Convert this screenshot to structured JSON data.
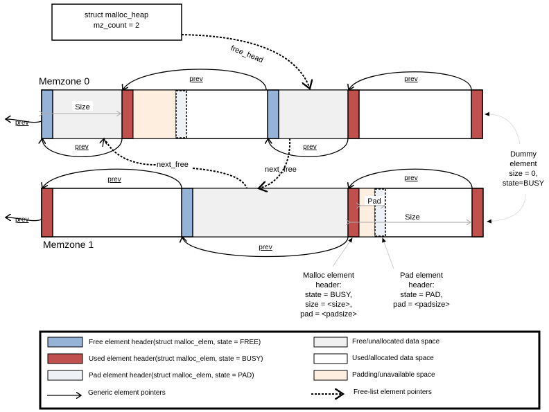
{
  "colors": {
    "free_header": "#95b3d7",
    "used_header": "#c0504d",
    "pad_header": "#eef2f7",
    "free_data": "#f0f0f0",
    "used_data": "#ffffff",
    "padding": "#fdeee0",
    "outline": "#000000"
  },
  "heap_box": {
    "line1": "struct malloc_heap",
    "line2": "mz_count = 2"
  },
  "pointers": {
    "free_head": "free_head",
    "next_free_1": "next_free",
    "next_free_2": "next_free",
    "prev": "prev"
  },
  "memzones": [
    {
      "label": "Memzone  0",
      "size_label": "Size"
    },
    {
      "label": "Memzone  1",
      "size_label": "Size",
      "pad_label": "Pad"
    }
  ],
  "annotations": {
    "dummy": [
      "Dummy",
      "element",
      "size = 0,",
      "state=BUSY"
    ],
    "malloc_header": [
      "Malloc element",
      "header:",
      "state = BUSY,",
      "size = <size>,",
      "pad = <padsize>"
    ],
    "pad_header": [
      "Pad element",
      "header:",
      "state = PAD,",
      "pad = <padsize>"
    ]
  },
  "legend": {
    "left": [
      {
        "swatch": "free_header",
        "label": "Free element header(struct malloc_elem, state = FREE)"
      },
      {
        "swatch": "used_header",
        "label": "Used element header(struct malloc_elem, state = BUSY)"
      },
      {
        "swatch": "pad_header",
        "label": "Pad element header(struct malloc_elem, state = PAD)"
      },
      {
        "swatch": "solid-arrow",
        "label": "Generic element pointers"
      }
    ],
    "right": [
      {
        "swatch": "free_data",
        "label": "Free/unallocated data space"
      },
      {
        "swatch": "used_data",
        "label": "Used/allocated data space"
      },
      {
        "swatch": "padding",
        "label": "Padding/unavailable space"
      },
      {
        "swatch": "dashed-arrow",
        "label": "Free-list element pointers"
      }
    ]
  }
}
